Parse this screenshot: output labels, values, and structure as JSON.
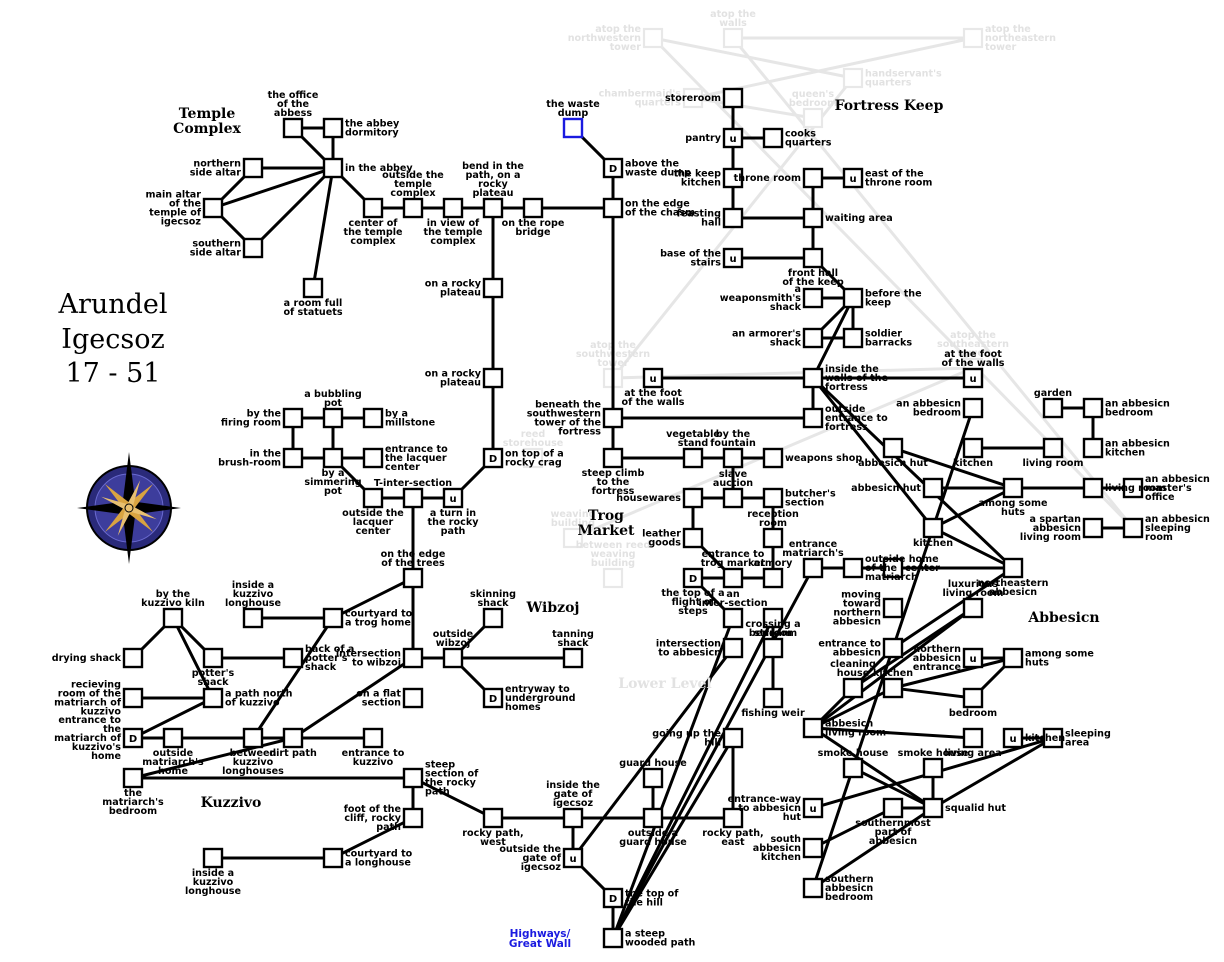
{
  "map": {
    "title": [
      "Arundel",
      "Igecsoz",
      "17 - 51"
    ],
    "link_label": [
      "Highways/",
      "Great Wall"
    ],
    "areas": [
      {
        "name": "Temple Complex",
        "faint": false
      },
      {
        "name": "Fortress Keep",
        "faint": false
      },
      {
        "name": "Trog Market",
        "faint": false
      },
      {
        "name": "Wibzoj",
        "faint": false
      },
      {
        "name": "Kuzzivo",
        "faint": false
      },
      {
        "name": "Abbesicn",
        "faint": false
      },
      {
        "name": "Lower Level",
        "faint": true
      }
    ],
    "rooms": [
      {
        "label": "main altar of the temple of igecsoz",
        "faint": false
      },
      {
        "label": "northern side altar",
        "faint": false
      },
      {
        "label": "southern side altar",
        "faint": false
      },
      {
        "label": "the office of the abbess",
        "faint": false
      },
      {
        "label": "the abbey dormitory",
        "faint": false
      },
      {
        "label": "in the abbey",
        "faint": false
      },
      {
        "label": "center of the temple complex",
        "faint": false
      },
      {
        "label": "a room full of statuets",
        "faint": false
      },
      {
        "label": "outside the temple complex",
        "faint": false
      },
      {
        "label": "in view of the temple complex",
        "faint": false
      },
      {
        "label": "bend in the path, on a rocky plateau",
        "faint": false
      },
      {
        "label": "on the rope bridge",
        "faint": false
      },
      {
        "label": "the waste dump",
        "faint": false
      },
      {
        "label": "above the waste dump",
        "faint": false
      },
      {
        "label": "on the edge of the chasm",
        "faint": false
      },
      {
        "label": "on a rocky plateau",
        "faint": false
      },
      {
        "label": "on a rocky plateau",
        "faint": false
      },
      {
        "label": "storeroom",
        "faint": false
      },
      {
        "label": "pantry",
        "faint": false
      },
      {
        "label": "cooks quarters",
        "faint": false
      },
      {
        "label": "the keep kitchen",
        "faint": false
      },
      {
        "label": "throne room",
        "faint": false
      },
      {
        "label": "east of the throne room",
        "faint": false
      },
      {
        "label": "feasting hall",
        "faint": false
      },
      {
        "label": "waiting area",
        "faint": false
      },
      {
        "label": "base of the stairs",
        "faint": false
      },
      {
        "label": "front hall of the keep",
        "faint": false
      },
      {
        "label": "a weaponsmith's shack",
        "faint": false
      },
      {
        "label": "before the keep",
        "faint": false
      },
      {
        "label": "soldier barracks",
        "faint": false
      },
      {
        "label": "an armorer's shack",
        "faint": false
      },
      {
        "label": "at the foot of the walls",
        "faint": false
      },
      {
        "label": "at the foot of the walls",
        "faint": false
      },
      {
        "label": "inside the walls of the fortress",
        "faint": false
      },
      {
        "label": "outside entrance to fortress",
        "faint": false
      },
      {
        "label": "beneath the southwestern tower of the fortress",
        "faint": false
      },
      {
        "label": "vegetable stand",
        "faint": false
      },
      {
        "label": "by the fountain",
        "faint": false
      },
      {
        "label": "weapons shop",
        "faint": false
      },
      {
        "label": "steep climb to the fortress",
        "faint": false
      },
      {
        "label": "slave auction",
        "faint": false
      },
      {
        "label": "butcher's section",
        "faint": false
      },
      {
        "label": "housewares",
        "faint": false
      },
      {
        "label": "reception room",
        "faint": false
      },
      {
        "label": "leather goods",
        "faint": false
      },
      {
        "label": "armory",
        "faint": false
      },
      {
        "label": "entrance to trog market",
        "faint": false
      },
      {
        "label": "the top of a flight of steps",
        "faint": false
      },
      {
        "label": "an inter-section",
        "faint": false
      },
      {
        "label": "by the firing room",
        "faint": false
      },
      {
        "label": "a bubbling pot",
        "faint": false
      },
      {
        "label": "by a millstone",
        "faint": false
      },
      {
        "label": "in the brush-room",
        "faint": false
      },
      {
        "label": "by a simmering pot",
        "faint": false
      },
      {
        "label": "entrance to the lacquer center",
        "faint": false
      },
      {
        "label": "outside the lacquer center",
        "faint": false
      },
      {
        "label": "T-inter-section",
        "faint": false
      },
      {
        "label": "a turn in the rocky path",
        "faint": false
      },
      {
        "label": "on top of a rocky crag",
        "faint": false
      },
      {
        "label": "on the edge of the trees",
        "faint": false
      },
      {
        "label": "inside a kuzzivo longhouse",
        "faint": false
      },
      {
        "label": "courtyard to a trog home",
        "faint": false
      },
      {
        "label": "by the kuzzivo kiln",
        "faint": false
      },
      {
        "label": "drying shack",
        "faint": false
      },
      {
        "label": "potter's shack",
        "faint": false
      },
      {
        "label": "back of a potter's shack",
        "faint": false
      },
      {
        "label": "intersection to wibzoj",
        "faint": false
      },
      {
        "label": "outside wibzoj",
        "faint": false
      },
      {
        "label": "skinning shack",
        "faint": false
      },
      {
        "label": "tanning shack",
        "faint": false
      },
      {
        "label": "entryway to underground homes",
        "faint": false
      },
      {
        "label": "recieving room of the matriarch of kuzzivo",
        "faint": false
      },
      {
        "label": "a path north of kuzzivo",
        "faint": false
      },
      {
        "label": "entrance to the matriarch of kuzzivo's home",
        "faint": false
      },
      {
        "label": "outside matriarch's home",
        "faint": false
      },
      {
        "label": "between kuzzivo longhouses",
        "faint": false
      },
      {
        "label": "dirt path",
        "faint": false
      },
      {
        "label": "on a flat section",
        "faint": false
      },
      {
        "label": "entrance to kuzzivo",
        "faint": false
      },
      {
        "label": "the matriarch's bedroom",
        "faint": false
      },
      {
        "label": "steep section of the rocky path",
        "faint": false
      },
      {
        "label": "foot of the cliff, rocky path",
        "faint": false
      },
      {
        "label": "inside a kuzzivo longhouse",
        "faint": false
      },
      {
        "label": "courtyard to a longhouse",
        "faint": false
      },
      {
        "label": "rocky path, west",
        "faint": false
      },
      {
        "label": "inside the gate of igecsoz",
        "faint": false
      },
      {
        "label": "outside the gate of igecsoz",
        "faint": false
      },
      {
        "label": "guard house",
        "faint": false
      },
      {
        "label": "outside a guard house",
        "faint": false
      },
      {
        "label": "rocky path, east",
        "faint": false
      },
      {
        "label": "going up the hill",
        "faint": false
      },
      {
        "label": "the top of the hill",
        "faint": false
      },
      {
        "label": "a steep wooded path",
        "faint": false
      },
      {
        "label": "intersection to abbesicn",
        "faint": false
      },
      {
        "label": "bedroom",
        "faint": false
      },
      {
        "label": "crossing a stream",
        "faint": false
      },
      {
        "label": "fishing weir",
        "faint": false
      },
      {
        "label": "entrance matriarch's",
        "faint": false
      },
      {
        "label": "outside home of the matriarch",
        "faint": false
      },
      {
        "label": "center",
        "faint": false
      },
      {
        "label": "northeastern abbesicn",
        "faint": false
      },
      {
        "label": "moving toward northern abbesicn",
        "faint": false
      },
      {
        "label": "entrance to abbesicn",
        "faint": false
      },
      {
        "label": "cleaning house",
        "faint": false
      },
      {
        "label": "luxurious living room",
        "faint": false
      },
      {
        "label": "northern abbesicn entrance",
        "faint": false
      },
      {
        "label": "among some huts",
        "faint": false
      },
      {
        "label": "bedroom",
        "faint": false
      },
      {
        "label": "kitchen",
        "faint": false
      },
      {
        "label": "abbesicn living room",
        "faint": false
      },
      {
        "label": "smoke house",
        "faint": false
      },
      {
        "label": "smoke house",
        "faint": false
      },
      {
        "label": "living area",
        "faint": false
      },
      {
        "label": "kitchen",
        "faint": false
      },
      {
        "label": "sleeping area",
        "faint": false
      },
      {
        "label": "entrance-way to abbesicn hut",
        "faint": false
      },
      {
        "label": "squalid hut",
        "faint": false
      },
      {
        "label": "southernmost part of abbesicn",
        "faint": false
      },
      {
        "label": "south abbesicn kitchen",
        "faint": false
      },
      {
        "label": "southern abbesicn bedroom",
        "faint": false
      },
      {
        "label": "an abbesicn bedroom",
        "faint": false
      },
      {
        "label": "garden",
        "faint": false
      },
      {
        "label": "an abbesicn bedroom",
        "faint": false
      },
      {
        "label": "an abbesicn kitchen",
        "faint": false
      },
      {
        "label": "kitchen",
        "faint": false
      },
      {
        "label": "living room",
        "faint": false
      },
      {
        "label": "abbesicn hut",
        "faint": false
      },
      {
        "label": "abbesicn hut",
        "faint": false
      },
      {
        "label": "among some huts",
        "faint": false
      },
      {
        "label": "living room",
        "faint": false
      },
      {
        "label": "an abbesicn master's office",
        "faint": false
      },
      {
        "label": "kitchen",
        "faint": false
      },
      {
        "label": "a spartan abbesicn living room",
        "faint": false
      },
      {
        "label": "an abbesicn sleeping room",
        "faint": false
      },
      {
        "label": "atop the walls",
        "faint": true
      },
      {
        "label": "atop the northwestern tower",
        "faint": true
      },
      {
        "label": "atop the northeastern tower",
        "faint": true
      },
      {
        "label": "handservant's quarters",
        "faint": true
      },
      {
        "label": "queen's bedroom",
        "faint": true
      },
      {
        "label": "chambermaid's quarters",
        "faint": true
      },
      {
        "label": "atop the southwestern tower",
        "faint": true
      },
      {
        "label": "atop the southeastern tower",
        "faint": true
      },
      {
        "label": "reed storehouse",
        "faint": true
      },
      {
        "label": "weaving building",
        "faint": true
      },
      {
        "label": "between reed weaving building",
        "faint": true
      }
    ]
  }
}
